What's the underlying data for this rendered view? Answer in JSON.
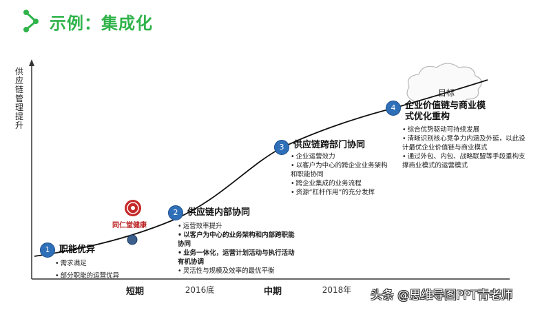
{
  "title": "示例：集成化",
  "y_axis_label": "供应链管理提升",
  "x_ticks": [
    {
      "label": "短期",
      "bold": true
    },
    {
      "label": "2016底",
      "bold": false
    },
    {
      "label": "中期",
      "bold": true
    },
    {
      "label": "2018年",
      "bold": false
    }
  ],
  "goal_label": "目标",
  "logo_text": "同仁堂健康",
  "stages": [
    {
      "num": "1",
      "title": "职能优异",
      "bullets": [
        {
          "text": "需求满足",
          "bold": false
        },
        {
          "text": "部分职能的运营优异",
          "bold": false
        }
      ]
    },
    {
      "num": "2",
      "title": "供应链内部协同",
      "bullets": [
        {
          "text": "运营效率提升",
          "bold": false
        },
        {
          "text": "以客户为中心的业务架构和内部跨职能协同",
          "bold": true
        },
        {
          "text": "业务一体化，运营计划活动与执行活动有机协调",
          "bold": true
        },
        {
          "text": "灵活性与规模及效率的最优平衡",
          "bold": false
        }
      ]
    },
    {
      "num": "3",
      "title": "供应链跨部门协同",
      "bullets": [
        {
          "text": "企业运营效力",
          "bold": false
        },
        {
          "text": "以客户为中心的跨企业业务架构和职能协同",
          "bold": false
        },
        {
          "text": "跨企业集成的业务流程",
          "bold": false
        },
        {
          "text": "资源“杠杆作用”的充分发挥",
          "bold": false
        }
      ]
    },
    {
      "num": "4",
      "title": "企业价值链与商业模式优化重构",
      "bullets": [
        {
          "text": "综合优势驱动可持续发展",
          "bold": false
        },
        {
          "text": "清晰识别核心竞争力内涵及外延，以此设计最优企业价值链与商业模式",
          "bold": false
        },
        {
          "text": "通过外包、内包、战略联盟等手段重构支撑商业模式的运营模式",
          "bold": false
        }
      ]
    }
  ],
  "watermark": "头条 @思维导图PPT青老师",
  "colors": {
    "title": "#2fb34a",
    "stage_circle": "#2f6fb8",
    "curve": "#111111"
  }
}
